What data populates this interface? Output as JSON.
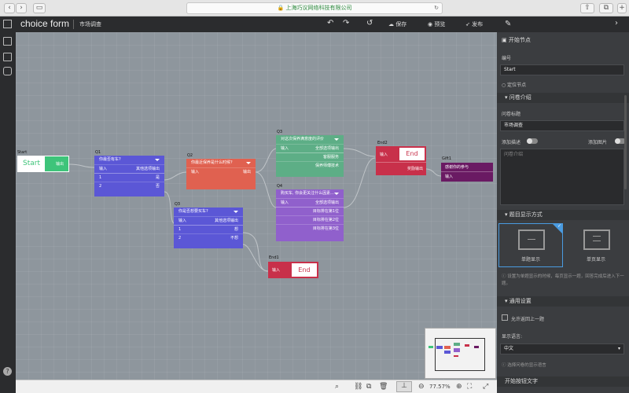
{
  "browser": {
    "url": "上海巧议网络科技有限公司"
  },
  "app": {
    "logo": "choice form",
    "project": "市场调查",
    "save": "保存",
    "preview": "预览",
    "publish": "发布"
  },
  "nodes": {
    "start": {
      "tag": "Start",
      "label": "Start",
      "output": "输出"
    },
    "q1": {
      "tag": "Q1",
      "title": "你最否有车?",
      "input": "输入",
      "other": "其他选项输出",
      "rows": [
        [
          "1",
          "是"
        ],
        [
          "2",
          "否"
        ]
      ]
    },
    "q2": {
      "tag": "Q2",
      "title": "你最近保养是什么时候?",
      "input": "输入",
      "output": "输出"
    },
    "q3": {
      "tag": "Q3",
      "title": "对这次保养满意度的评价",
      "input": "输入",
      "all": "全部选项输出",
      "rows": [
        "客服服务",
        "保养师傅技术"
      ]
    },
    "q4": {
      "tag": "Q4",
      "title": "购买车, 你会更关注什么因素...",
      "input": "输入",
      "all": "全部选项输出",
      "rows": [
        "目标排在第1位",
        "目标排在第2位",
        "目标排在第3位"
      ]
    },
    "q5": {
      "tag": "Q3",
      "title": "你是否想要买车?",
      "input": "输入",
      "other": "其他选项输出",
      "rows": [
        [
          "1",
          "想"
        ],
        [
          "2",
          "不想"
        ]
      ]
    },
    "end2": {
      "tag": "End2",
      "label": "End",
      "input": "输入",
      "reward": "奖励输出"
    },
    "end1": {
      "tag": "End1",
      "label": "End",
      "input": "输入"
    },
    "gift": {
      "tag": "Gift1",
      "title": "感谢你的参与",
      "input": "输入"
    }
  },
  "zoom": "77.57%",
  "panel": {
    "start_node": "开始节点",
    "id_label": "编号",
    "id_value": "Start",
    "locate": "定位节点",
    "intro_section": "问卷介绍",
    "title_label": "问卷标题",
    "title_value": "市场调查",
    "add_desc": "添加描述",
    "add_image": "添加图片",
    "intro_placeholder": "问卷介绍",
    "display_section": "题目显示方式",
    "single_q": "单题显示",
    "single_page": "单页显示",
    "display_tip": "设置为单题显示的时候，每页显示一题，回答完成后进入下一题。",
    "general_section": "通用设置",
    "allow_back": "允许返回上一题",
    "lang_label": "显示语言:",
    "lang_value": "中文",
    "lang_tip": "选择问卷的显示语言",
    "start_btn_section": "开始按钮文字"
  },
  "colors": {
    "q1": "#5b57d6",
    "q2": "#e06150",
    "q3": "#5dae86",
    "q4": "#9060cc",
    "end": "#c8304a",
    "gift": "#6a1a63",
    "start": "#3ec47a"
  }
}
